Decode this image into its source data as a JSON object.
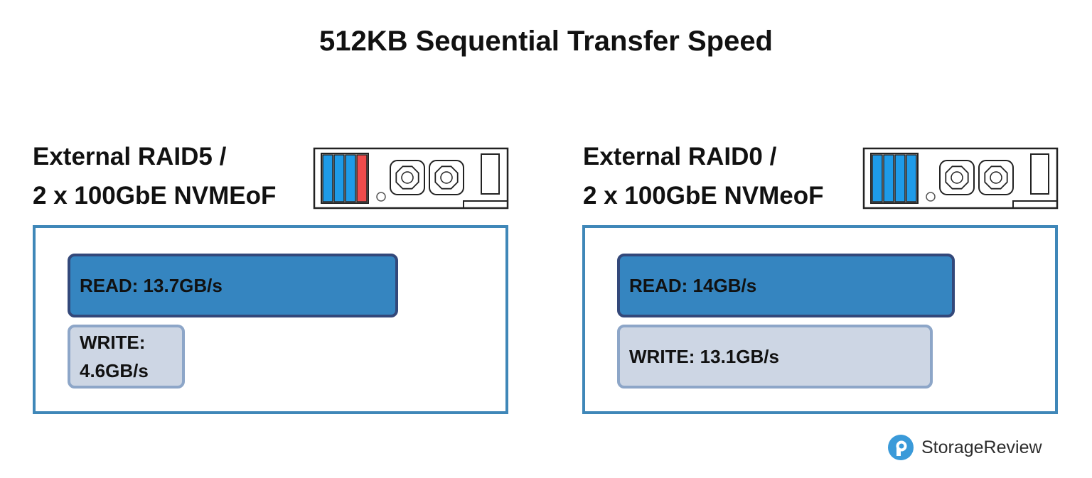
{
  "chart_data": {
    "type": "bar",
    "title": "512KB Sequential Transfer Speed",
    "unit": "GB/s",
    "panels": [
      {
        "heading": [
          "External RAID5 /",
          "2 x 100GbE NVMEoF"
        ],
        "bars": [
          {
            "metric": "READ",
            "value": 13.7,
            "label_lines": [
              "READ: 13.7GB/s"
            ]
          },
          {
            "metric": "WRITE",
            "value": 4.6,
            "label_lines": [
              "WRITE:",
              "4.6GB/s"
            ]
          }
        ]
      },
      {
        "heading": [
          "External RAID0 /",
          "2 x 100GbE NVMeoF"
        ],
        "bars": [
          {
            "metric": "READ",
            "value": 14,
            "label_lines": [
              "READ: 14GB/s"
            ]
          },
          {
            "metric": "WRITE",
            "value": 13.1,
            "label_lines": [
              "WRITE: 13.1GB/s"
            ]
          }
        ]
      }
    ]
  },
  "colors": {
    "read_fill": "#3585c0",
    "read_border": "#33487a",
    "write_fill": "#cdd6e4",
    "write_border": "#8da6c8",
    "box_border": "#3f87b8",
    "drive_blue": "#1e9be8",
    "drive_red": "#ee4b4b",
    "logo": "#3a9ad9"
  },
  "drive_icons": [
    {
      "slots": [
        "blue",
        "blue",
        "blue",
        "red"
      ]
    },
    {
      "slots": [
        "blue",
        "blue",
        "blue",
        "blue"
      ]
    }
  ],
  "brand": {
    "name": "StorageReview",
    "icon": "storagereview-logo-icon"
  }
}
